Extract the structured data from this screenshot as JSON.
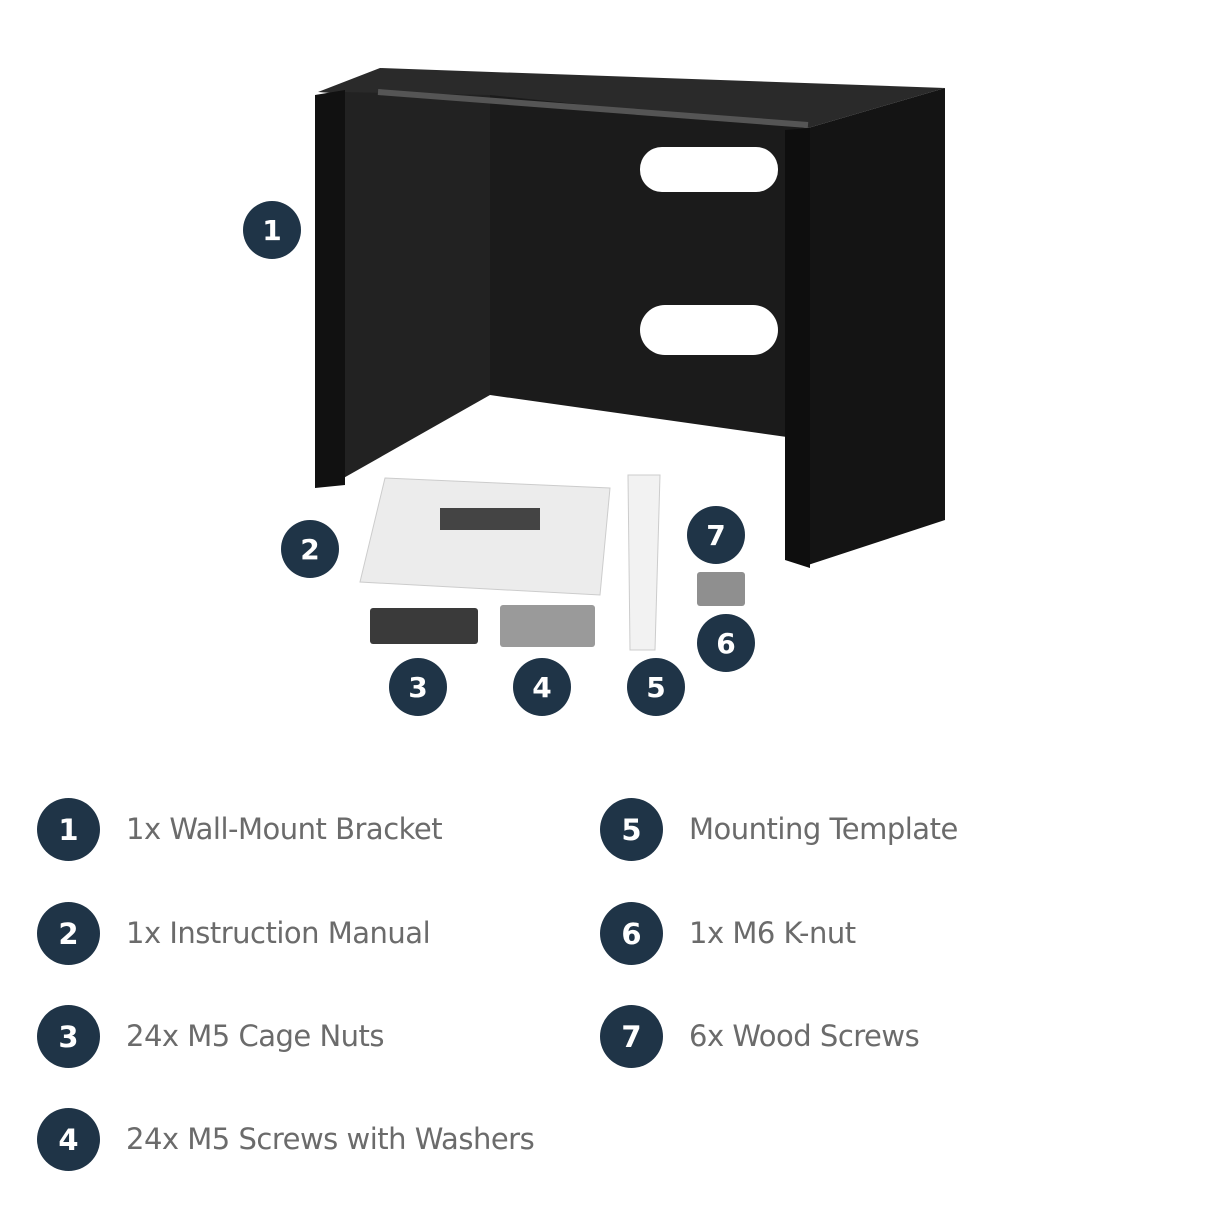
{
  "colors": {
    "badge": "#1f3447",
    "text": "#6b6b6b"
  },
  "photo_callouts": [
    "1",
    "2",
    "3",
    "4",
    "5",
    "6",
    "7"
  ],
  "legend": [
    {
      "number": "1",
      "label": "1x Wall-Mount Bracket"
    },
    {
      "number": "2",
      "label": "1x Instruction Manual"
    },
    {
      "number": "3",
      "label": "24x M5 Cage Nuts"
    },
    {
      "number": "4",
      "label": "24x M5 Screws with Washers"
    },
    {
      "number": "5",
      "label": "Mounting Template"
    },
    {
      "number": "6",
      "label": "1x M6 K-nut"
    },
    {
      "number": "7",
      "label": "6x Wood Screws"
    }
  ]
}
